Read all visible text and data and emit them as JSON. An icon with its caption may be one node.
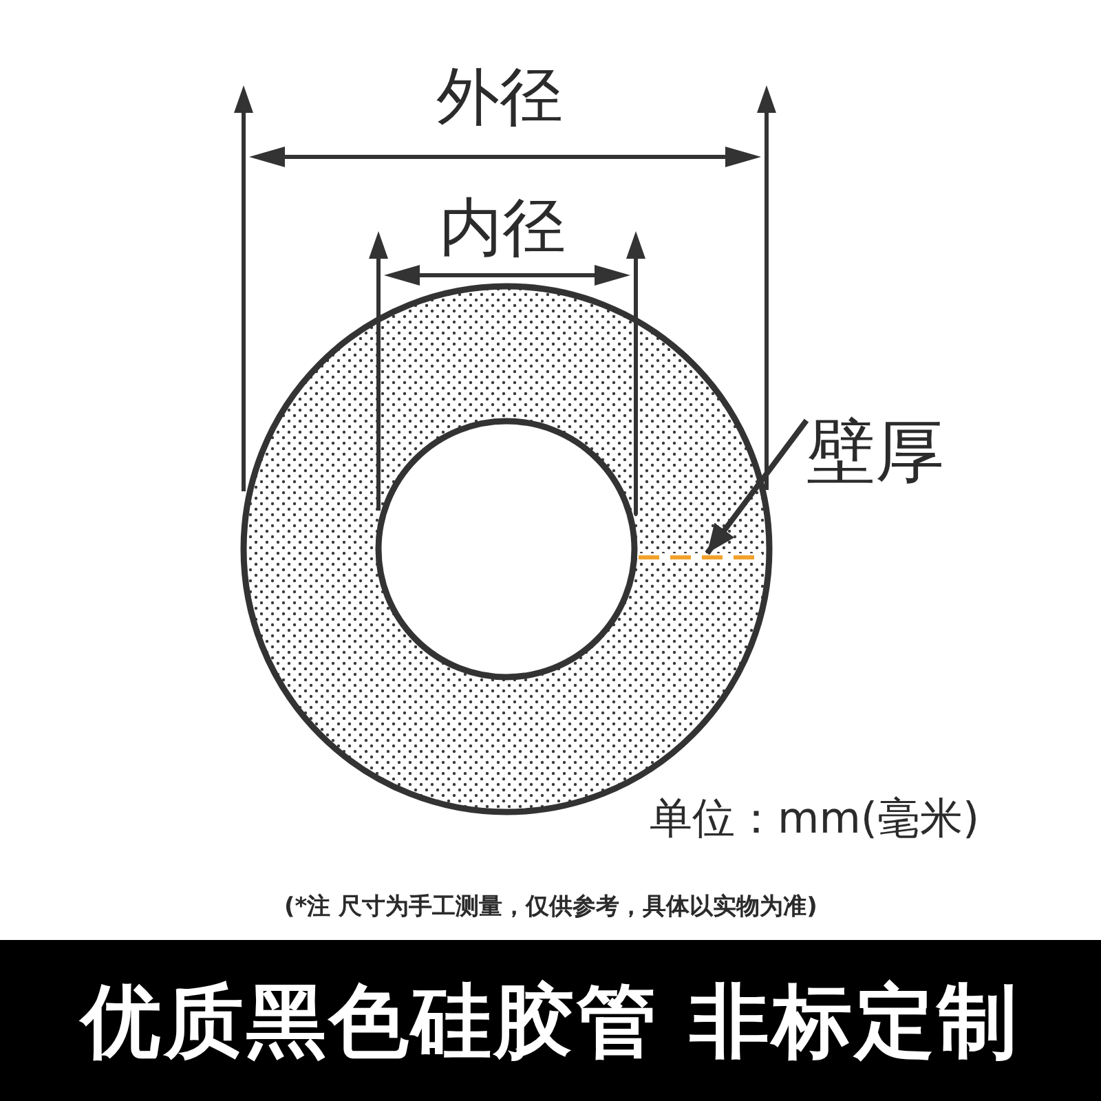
{
  "diagram": {
    "nodes": [
      {
        "text": [
          "壁厚"
        ]
      },
      {
        "text": [],
        "shape": "line"
      },
      {
        "text": [
          "优质黑色硅胶管 非标定制"
        ]
      }
    ],
    "edges": [
      {
        "from": 0,
        "to": 1,
        "arrow": "to"
      }
    ],
    "labels": [
      "外径",
      "内径",
      "单位：mm(毫米)",
      "(*注 尺寸为手工测量，仅供参考，具体以实物为准)"
    ]
  }
}
